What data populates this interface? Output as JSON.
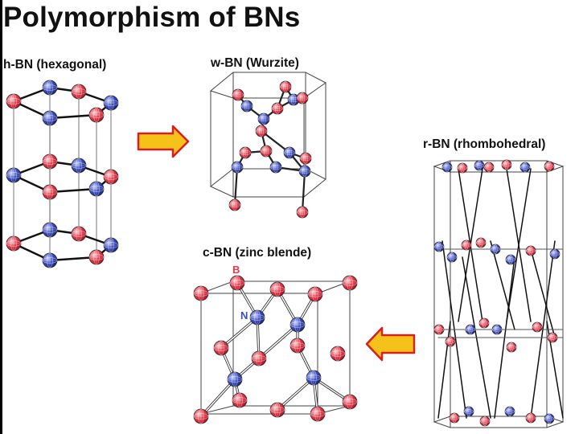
{
  "title": "Polymorphism of BNs",
  "structures": {
    "hexagonal": "h-BN (hexagonal)",
    "wurzite": "w-BN (Wurzite)",
    "rhombohedral": "r-BN (rhombohedral)",
    "zinc_blende": "c-BN (zinc blende)"
  },
  "atoms": {
    "boron": "B",
    "nitrogen": "N"
  },
  "colors": {
    "boron_atom": "#e23a4a",
    "nitrogen_atom": "#3a4cc0",
    "arrow_fill": "#f5c21a",
    "arrow_stroke": "#d81e1e",
    "bond": "#111111"
  }
}
